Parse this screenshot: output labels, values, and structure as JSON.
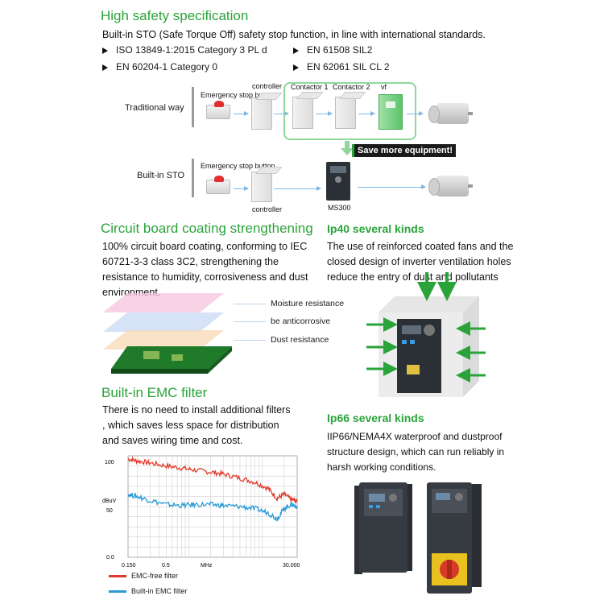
{
  "safety": {
    "title": "High safety specification",
    "intro": "Built-in STO (Safe Torque Off) safety stop function, in line with international standards.",
    "standards": [
      "ISO 13849-1:2015 Category 3 PL d",
      "EN 61508 SIL2",
      "EN 60204-1 Category 0",
      "EN 62061 SIL CL 2"
    ]
  },
  "diagram": {
    "traditional_label": "Traditional way",
    "sto_label": "Built-in STO",
    "emergency_label_1": "Emergency stop button",
    "controller_label_1": "controller",
    "contactor1_label": "Contactor 1",
    "contactor2_label": "Contactor 2",
    "vf_label": "vf",
    "save_banner": "Save more equipment!",
    "emergency_label_2": "Emergency stop button",
    "controller_label_2": "controller",
    "ms300_label": "MS300"
  },
  "coating": {
    "title": "Circuit board coating strengthening",
    "lines": [
      "100% circuit board coating, conforming to IEC",
      "60721-3-3 class 3C2, strengthening the",
      "resistance to humidity, corrosiveness and dust",
      "environment."
    ],
    "layers": [
      "Moisture resistance",
      "be anticorrosive",
      "Dust resistance"
    ],
    "colors": {
      "moisture": "#f4c4dc",
      "anticorrosive": "#c8d8f4",
      "dust": "#f8d8b4",
      "board": "#1f7a2a"
    }
  },
  "ip40": {
    "title": "Ip40 several kinds",
    "lines": [
      "The use of reinforced coated fans and the",
      "closed design of inverter ventilation holes",
      "reduce the entry of dust and pollutants"
    ]
  },
  "emc": {
    "title": "Built-in EMC filter",
    "lines": [
      "There is no need to install additional filters",
      ", which saves less space for distribution",
      "and saves wiring time and cost."
    ],
    "legend": [
      {
        "label": "EMC-free filter",
        "color": "#e23a2a"
      },
      {
        "label": "Built-in EMC filter",
        "color": "#2a9ad6"
      }
    ]
  },
  "ip66": {
    "title": "Ip66 several kinds",
    "lines": [
      "IIP66/NEMA4X waterproof and dustproof",
      "structure design, which can run reliably in",
      "harsh working conditions."
    ]
  },
  "chart_data": {
    "type": "line",
    "title": "",
    "xlabel": "MHz",
    "ylabel": "dBuV",
    "x_scale": "log",
    "xlim": [
      0.15,
      30
    ],
    "ylim": [
      0,
      100
    ],
    "x_tick_labels": [
      "0.150",
      "0.5",
      "MHz",
      "30.000"
    ],
    "y_tick_labels": [
      "100",
      "dBuV",
      "50",
      "0.0"
    ],
    "grid": true,
    "series": [
      {
        "name": "EMC-free filter",
        "color": "#e23a2a",
        "x": [
          0.15,
          0.2,
          0.3,
          0.5,
          0.8,
          1.2,
          2,
          3,
          5,
          8,
          12,
          16,
          20,
          25,
          30
        ],
        "y": [
          97,
          95,
          93,
          90,
          88,
          86,
          84,
          82,
          78,
          74,
          68,
          58,
          62,
          57,
          55
        ]
      },
      {
        "name": "Built-in EMC filter",
        "color": "#2a9ad6",
        "x": [
          0.15,
          0.2,
          0.3,
          0.5,
          0.8,
          1.2,
          2,
          3,
          5,
          8,
          12,
          16,
          20,
          25,
          30
        ],
        "y": [
          62,
          60,
          56,
          52,
          51,
          52,
          52,
          51,
          50,
          48,
          44,
          38,
          48,
          52,
          50
        ]
      }
    ]
  }
}
